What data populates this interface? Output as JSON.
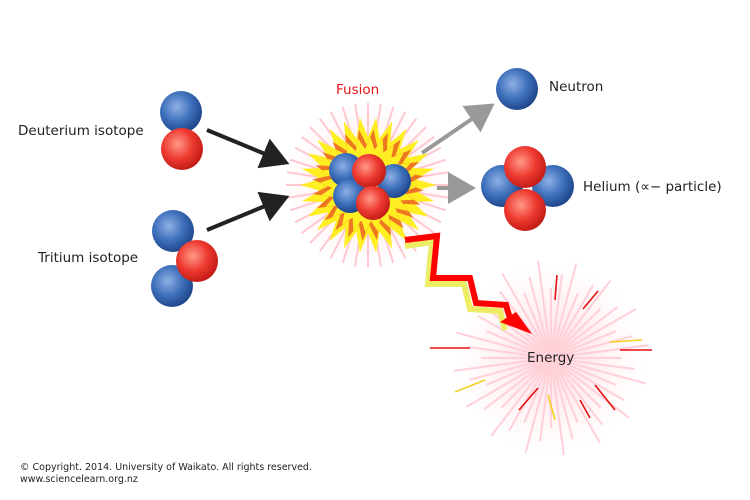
{
  "labels": {
    "deuterium": "Deuterium isotope",
    "tritium": "Tritium isotope",
    "fusion": "Fusion",
    "neutron": "Neutron",
    "helium": "Helium (∝− particle)",
    "energy": "Energy"
  },
  "footer": {
    "copyright": "© Copyright. 2014. University of Waikato. All rights reserved.",
    "website": "www.sciencelearn.org.nz"
  },
  "colors": {
    "proton": "#e8302a",
    "neutron": "#2f62a8",
    "fusion_label": "#e8141a",
    "arrow_dark": "#222222",
    "arrow_gray": "#999999",
    "energy_bolt": "#ff0000"
  }
}
